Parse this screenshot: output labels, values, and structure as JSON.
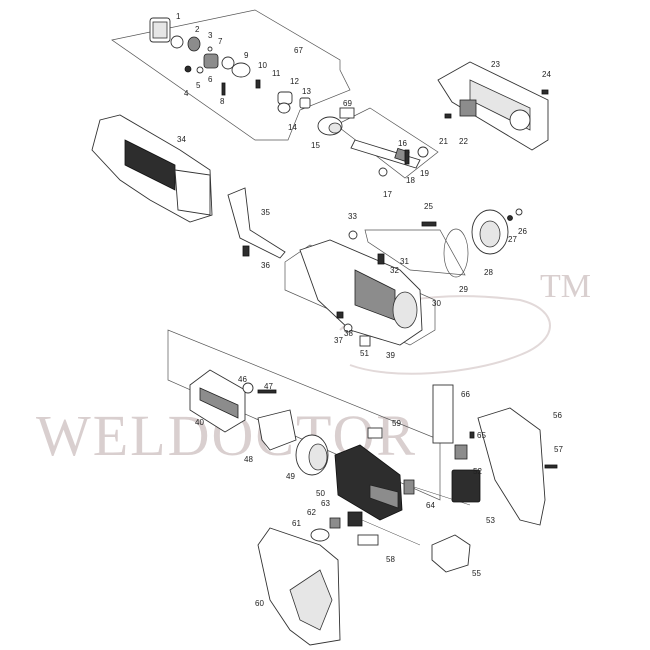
{
  "watermark": {
    "text": "WELDOCTOR",
    "mark": "TM"
  },
  "callouts": [
    {
      "id": "c1",
      "text": "1"
    },
    {
      "id": "c2",
      "text": "2"
    },
    {
      "id": "c3",
      "text": "3"
    },
    {
      "id": "c4",
      "text": "4"
    },
    {
      "id": "c5",
      "text": "5"
    },
    {
      "id": "c6",
      "text": "6"
    },
    {
      "id": "c7",
      "text": "7"
    },
    {
      "id": "c8",
      "text": "8"
    },
    {
      "id": "c9",
      "text": "9"
    },
    {
      "id": "c10",
      "text": "10"
    },
    {
      "id": "c11",
      "text": "11"
    },
    {
      "id": "c12",
      "text": "12"
    },
    {
      "id": "c13",
      "text": "13"
    },
    {
      "id": "c14",
      "text": "14"
    },
    {
      "id": "c15",
      "text": "15"
    },
    {
      "id": "c16",
      "text": "16"
    },
    {
      "id": "c17",
      "text": "17"
    },
    {
      "id": "c18",
      "text": "18"
    },
    {
      "id": "c19",
      "text": "19"
    },
    {
      "id": "c21",
      "text": "21"
    },
    {
      "id": "c22",
      "text": "22"
    },
    {
      "id": "c23",
      "text": "23"
    },
    {
      "id": "c24",
      "text": "24"
    },
    {
      "id": "c25",
      "text": "25"
    },
    {
      "id": "c26",
      "text": "26"
    },
    {
      "id": "c27",
      "text": "27"
    },
    {
      "id": "c28",
      "text": "28"
    },
    {
      "id": "c29",
      "text": "29"
    },
    {
      "id": "c30",
      "text": "30"
    },
    {
      "id": "c31",
      "text": "31"
    },
    {
      "id": "c32",
      "text": "32"
    },
    {
      "id": "c33",
      "text": "33"
    },
    {
      "id": "c34",
      "text": "34"
    },
    {
      "id": "c35",
      "text": "35"
    },
    {
      "id": "c36",
      "text": "36"
    },
    {
      "id": "c37",
      "text": "37"
    },
    {
      "id": "c38",
      "text": "38"
    },
    {
      "id": "c39",
      "text": "39"
    },
    {
      "id": "c40",
      "text": "40"
    },
    {
      "id": "c46",
      "text": "46"
    },
    {
      "id": "c47",
      "text": "47"
    },
    {
      "id": "c48",
      "text": "48"
    },
    {
      "id": "c49",
      "text": "49"
    },
    {
      "id": "c50",
      "text": "50"
    },
    {
      "id": "c51",
      "text": "51"
    },
    {
      "id": "c52",
      "text": "52"
    },
    {
      "id": "c53",
      "text": "53"
    },
    {
      "id": "c55",
      "text": "55"
    },
    {
      "id": "c56",
      "text": "56"
    },
    {
      "id": "c57",
      "text": "57"
    },
    {
      "id": "c58",
      "text": "58"
    },
    {
      "id": "c59",
      "text": "59"
    },
    {
      "id": "c60",
      "text": "60"
    },
    {
      "id": "c61",
      "text": "61"
    },
    {
      "id": "c62",
      "text": "62"
    },
    {
      "id": "c63",
      "text": "63"
    },
    {
      "id": "c64",
      "text": "64"
    },
    {
      "id": "c65",
      "text": "65"
    },
    {
      "id": "c66",
      "text": "66"
    },
    {
      "id": "c67",
      "text": "67"
    },
    {
      "id": "c69",
      "text": "69"
    }
  ],
  "colors": {
    "line": "#333333",
    "dark_part": "#2d2d2d",
    "watermark": "#d9cfcf"
  }
}
